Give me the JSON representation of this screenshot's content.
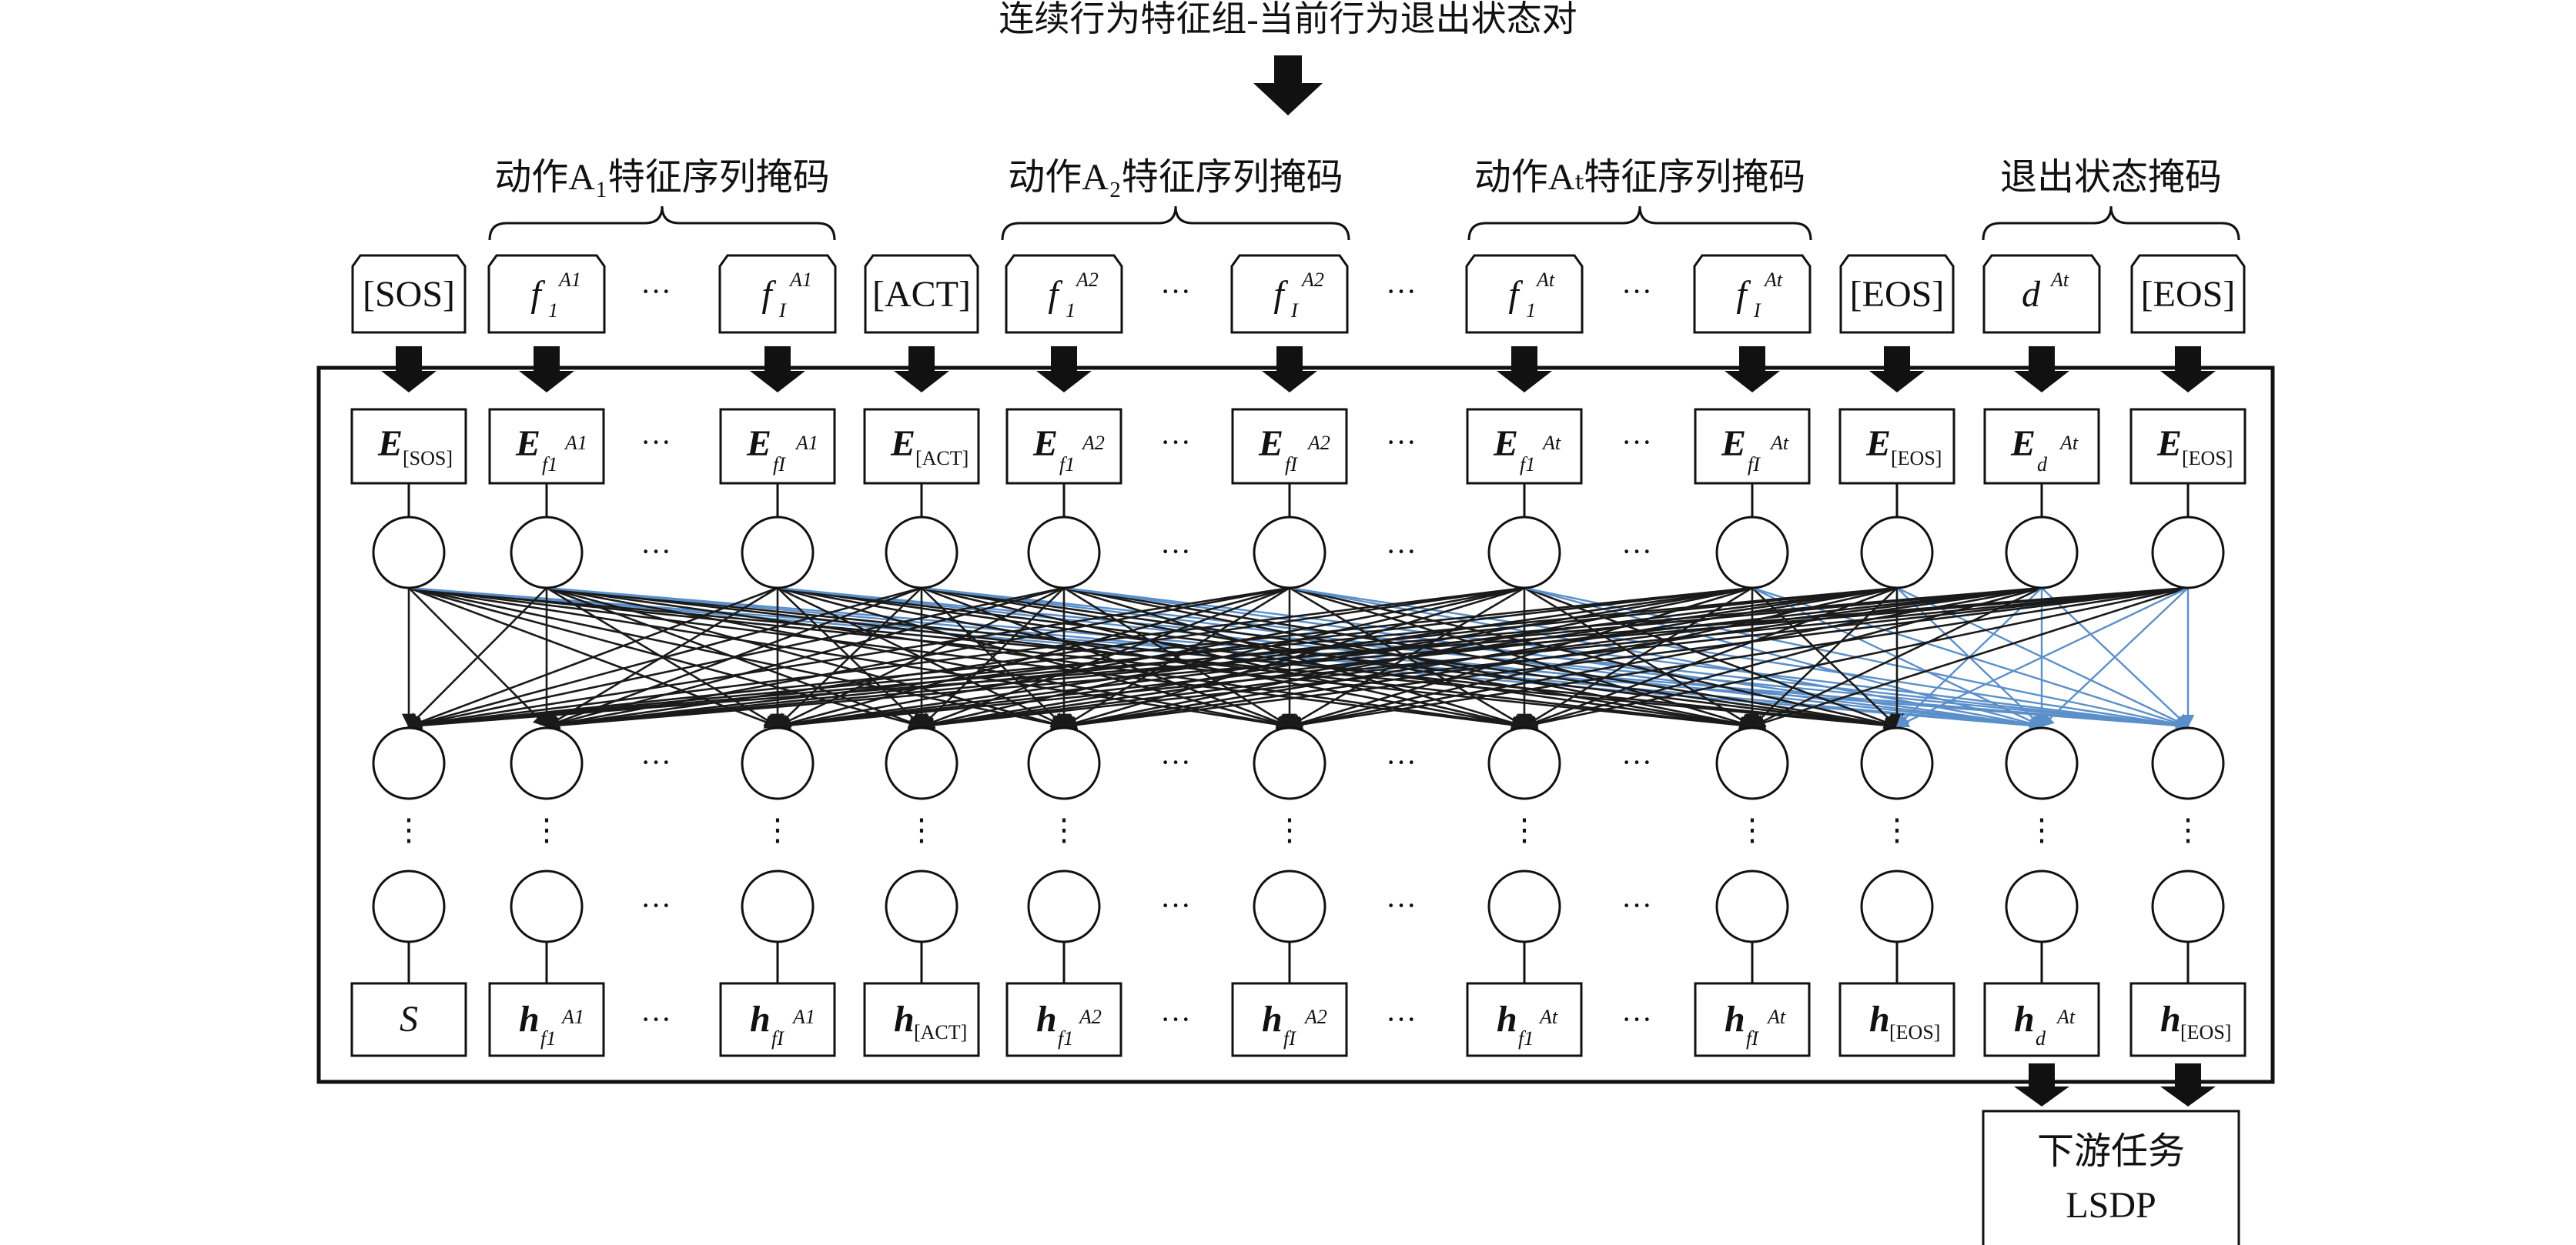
{
  "title": "连续行为特征组-当前行为退出状态对",
  "groups": [
    {
      "label": "动作A₁特征序列掩码"
    },
    {
      "label": "动作A₂特征序列掩码"
    },
    {
      "label": "动作Aₜ特征序列掩码"
    },
    {
      "label": "退出状态掩码"
    }
  ],
  "ellipsis": "···",
  "vertical_ellipsis": "⋮",
  "columns": [
    {
      "input": [
        "[SOS]",
        ""
      ],
      "embed": [
        "E",
        "[SOS]"
      ],
      "output": [
        "S",
        ""
      ],
      "italic_out": true
    },
    {
      "input": [
        "f",
        "1 A1"
      ],
      "embed": [
        "E",
        "f1 A1"
      ],
      "output": [
        "h",
        "f1 A1"
      ]
    },
    {
      "input": [
        "f",
        "I A1"
      ],
      "embed": [
        "E",
        "fI A1"
      ],
      "output": [
        "h",
        "fI A1"
      ]
    },
    {
      "input": [
        "[ACT]",
        ""
      ],
      "embed": [
        "E",
        "[ACT]"
      ],
      "output": [
        "h",
        "[ACT]"
      ]
    },
    {
      "input": [
        "f",
        "1 A2"
      ],
      "embed": [
        "E",
        "f1 A2"
      ],
      "output": [
        "h",
        "f1 A2"
      ]
    },
    {
      "input": [
        "f",
        "I A2"
      ],
      "embed": [
        "E",
        "fI A2"
      ],
      "output": [
        "h",
        "fI A2"
      ]
    },
    {
      "input": [
        "f",
        "1 At"
      ],
      "embed": [
        "E",
        "f1 At"
      ],
      "output": [
        "h",
        "f1 At"
      ]
    },
    {
      "input": [
        "f",
        "I At"
      ],
      "embed": [
        "E",
        "fI At"
      ],
      "output": [
        "h",
        "fI At"
      ]
    },
    {
      "input": [
        "[EOS]",
        ""
      ],
      "embed": [
        "E",
        "[EOS]"
      ],
      "output": [
        "h",
        "[EOS]"
      ]
    },
    {
      "input": [
        "d",
        "At"
      ],
      "embed": [
        "E",
        "d At"
      ],
      "output": [
        "h",
        "d At"
      ]
    },
    {
      "input": [
        "[EOS]",
        ""
      ],
      "embed": [
        "E",
        "[EOS]"
      ],
      "output": [
        "h",
        "[EOS]"
      ]
    }
  ],
  "downstream": {
    "line1": "下游任务",
    "line2": "LSDP"
  },
  "colors": {
    "edge_dark": "#1a1a1a",
    "edge_blue": "#5b8fc9",
    "arrow": "#1a1a1a"
  }
}
